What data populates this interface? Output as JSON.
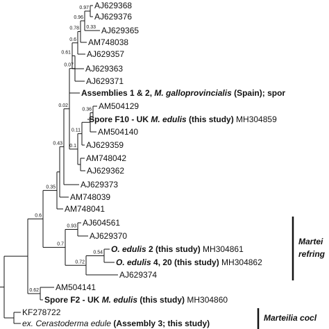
{
  "leaves": [
    {
      "id": "l1",
      "segments": [
        {
          "t": "AJ629368"
        }
      ]
    },
    {
      "id": "l2",
      "segments": [
        {
          "t": "AJ629376"
        }
      ]
    },
    {
      "id": "l3",
      "segments": [
        {
          "t": "AJ629365"
        }
      ]
    },
    {
      "id": "l4",
      "segments": [
        {
          "t": "AM748038"
        }
      ]
    },
    {
      "id": "l5",
      "segments": [
        {
          "t": "AJ629357"
        }
      ]
    },
    {
      "id": "l6",
      "segments": [
        {
          "t": "AJ629363"
        }
      ]
    },
    {
      "id": "l7",
      "segments": [
        {
          "t": "AJ629371"
        }
      ]
    },
    {
      "id": "l8",
      "segments": [
        {
          "t": "Assemblies 1 & 2, ",
          "b": true
        },
        {
          "t": "M. galloprovincialis",
          "b": true,
          "i": true
        },
        {
          "t": " (Spain); spor",
          "b": true
        }
      ]
    },
    {
      "id": "l9",
      "segments": [
        {
          "t": "AM504129"
        }
      ]
    },
    {
      "id": "l10",
      "segments": [
        {
          "t": "Spore F10 - UK ",
          "b": true
        },
        {
          "t": "M. edulis",
          "b": true,
          "i": true
        },
        {
          "t": " (this study)",
          "b": true
        },
        {
          "t": " MH304859"
        }
      ]
    },
    {
      "id": "l11",
      "segments": [
        {
          "t": "AM504140"
        }
      ]
    },
    {
      "id": "l12",
      "segments": [
        {
          "t": "AJ629359"
        }
      ]
    },
    {
      "id": "l13",
      "segments": [
        {
          "t": "AM748042"
        }
      ]
    },
    {
      "id": "l14",
      "segments": [
        {
          "t": "AJ629362"
        }
      ]
    },
    {
      "id": "l15",
      "segments": [
        {
          "t": "AJ629373"
        }
      ]
    },
    {
      "id": "l16",
      "segments": [
        {
          "t": "AM748039"
        }
      ]
    },
    {
      "id": "l17",
      "segments": [
        {
          "t": "AM748041"
        }
      ]
    },
    {
      "id": "l18",
      "segments": [
        {
          "t": "AJ604561"
        }
      ]
    },
    {
      "id": "l19",
      "segments": [
        {
          "t": "AJ629370"
        }
      ]
    },
    {
      "id": "l20",
      "segments": [
        {
          "t": "O. edulis",
          "b": true,
          "i": true
        },
        {
          "t": " 2 (this study)",
          "b": true
        },
        {
          "t": " MH304861"
        }
      ]
    },
    {
      "id": "l21",
      "segments": [
        {
          "t": "O. edulis",
          "b": true,
          "i": true
        },
        {
          "t": " 4, 20 (this study)",
          "b": true
        },
        {
          "t": " MH304862"
        }
      ]
    },
    {
      "id": "l22",
      "segments": [
        {
          "t": "AJ629374"
        }
      ]
    },
    {
      "id": "l23",
      "segments": [
        {
          "t": "AM504141"
        }
      ]
    },
    {
      "id": "l24",
      "segments": [
        {
          "t": "Spore F2 - UK ",
          "b": true
        },
        {
          "t": "M. edulis",
          "b": true,
          "i": true
        },
        {
          "t": " (this study)",
          "b": true
        },
        {
          "t": " MH304860"
        }
      ]
    },
    {
      "id": "l25",
      "segments": [
        {
          "t": "KF278722"
        }
      ]
    },
    {
      "id": "l26",
      "segments": [
        {
          "t": "ex. ",
          "i": true
        },
        {
          "t": "Cerastoderma edule",
          "i": true
        },
        {
          "t": " (Assembly 3; this study)",
          "b": true
        }
      ]
    }
  ],
  "support_values": [
    "0.97",
    "0.33",
    "0.96",
    "0.78",
    "0.6",
    "0.61",
    "0.02",
    "0.36",
    "0.07",
    "0.1",
    "0.11",
    "0.43",
    "0.35",
    "0.6",
    "0.93",
    "0.7",
    "0.54",
    "0.72",
    "0.62"
  ],
  "clades": [
    {
      "id": "refringens",
      "lines": [
        "Martei",
        "refring"
      ]
    },
    {
      "id": "cochillia",
      "lines": [
        "Marteilia cocl"
      ]
    }
  ]
}
